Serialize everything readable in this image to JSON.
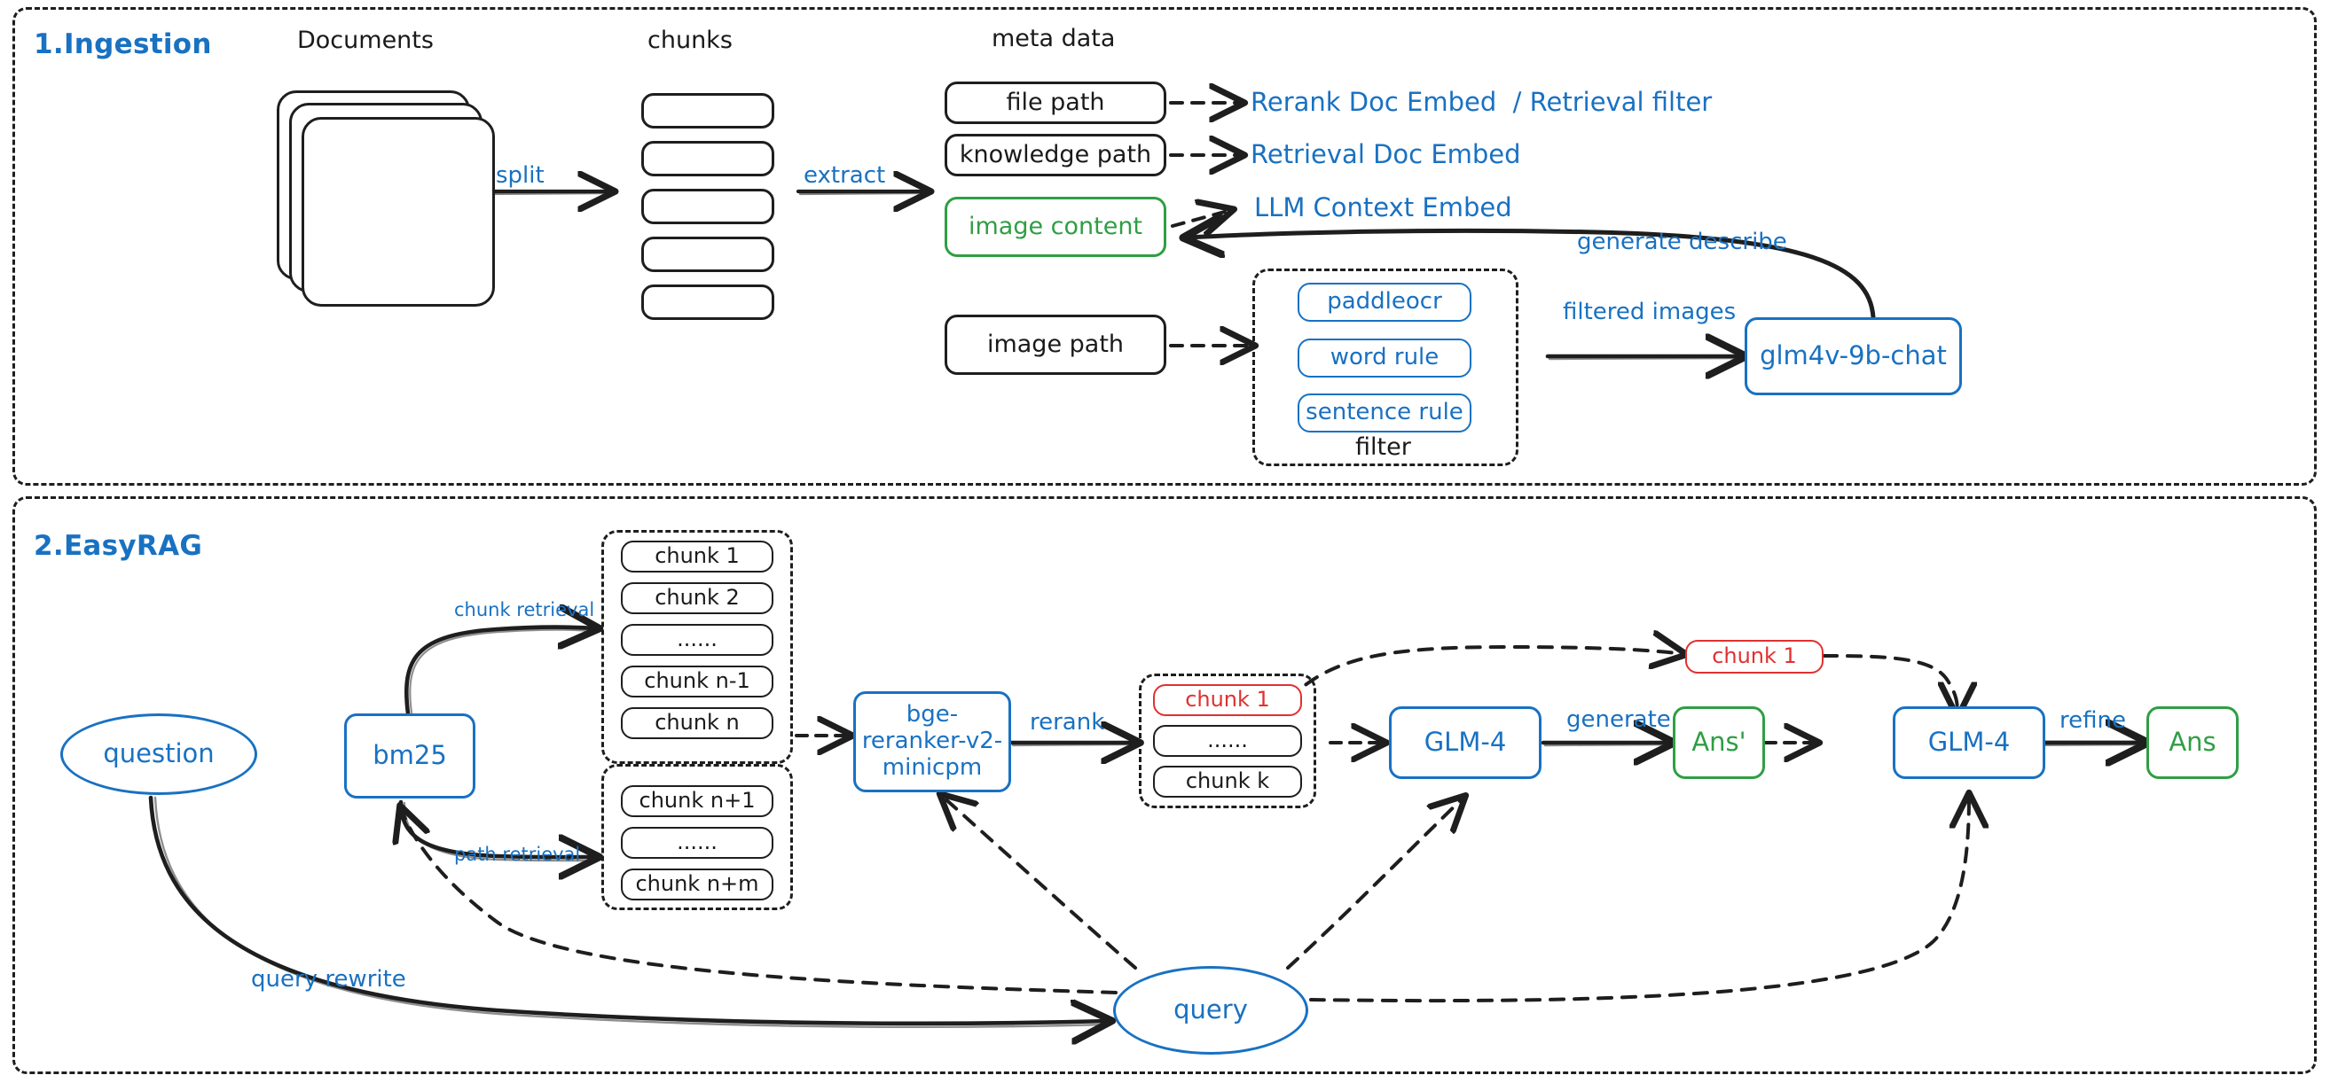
{
  "diagram": {
    "title_hidden": "",
    "colors": {
      "blue": "#1971c2",
      "green": "#2f9e44",
      "red": "#e03131",
      "ink": "#1e1e1e"
    }
  },
  "sections": {
    "ingestion": {
      "title": "1.Ingestion",
      "captions": {
        "documents": "Documents",
        "chunks": "chunks",
        "metadata": "meta data",
        "filter": "filter"
      },
      "meta_boxes": [
        {
          "label": "file path",
          "color": "ink"
        },
        {
          "label": "knowledge path",
          "color": "ink"
        },
        {
          "label": "image content",
          "color": "green"
        },
        {
          "label": "image path",
          "color": "ink"
        }
      ],
      "targets": [
        {
          "label": "Rerank Doc Embed  / Retrieval filter"
        },
        {
          "label": "Retrieval Doc Embed"
        },
        {
          "label": "LLM Context Embed"
        }
      ],
      "filter_items": [
        {
          "label": "paddleocr"
        },
        {
          "label": "word rule"
        },
        {
          "label": "sentence rule"
        }
      ],
      "model": {
        "label": "glm4v-9b-chat"
      },
      "edge_labels": {
        "split": "split",
        "extract": "extract",
        "filtered_images": "filtered images",
        "generate_describe": "generate describe"
      }
    },
    "easyrag": {
      "title": "2.EasyRAG",
      "question": {
        "label": "question"
      },
      "bm25": {
        "label": "bm25"
      },
      "chunks_top": [
        "chunk 1",
        "chunk 2",
        "......",
        "chunk n-1",
        "chunk n"
      ],
      "chunks_bottom": [
        "chunk n+1",
        "......",
        "chunk n+m"
      ],
      "reranker": {
        "label": "bge-\nreranker-v2-\nminicpm"
      },
      "reranked": [
        {
          "label": "chunk 1",
          "color": "red"
        },
        {
          "label": "......",
          "color": "ink"
        },
        {
          "label": "chunk k",
          "color": "ink"
        }
      ],
      "glm_first": {
        "label": "GLM-4"
      },
      "ans_prime": {
        "label": "Ans'"
      },
      "glm_second": {
        "label": "GLM-4"
      },
      "ans": {
        "label": "Ans"
      },
      "top_chunk": {
        "label": "chunk 1"
      },
      "query": {
        "label": "query"
      },
      "edge_labels": {
        "chunk_retrieval": "chunk retrieval",
        "path_retrieval": "path retrieval",
        "rerank": "rerank",
        "generate": "generate",
        "refine": "refine",
        "query_rewrite": "query rewrite"
      }
    }
  }
}
